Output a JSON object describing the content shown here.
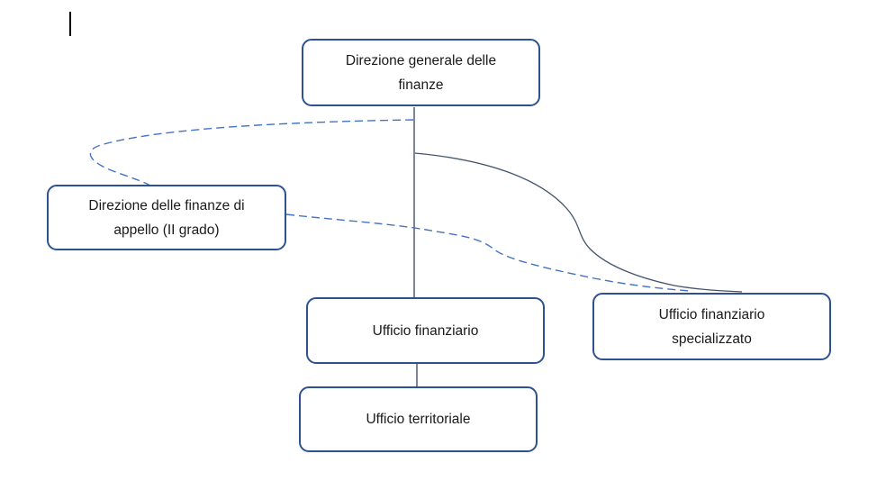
{
  "diagram": {
    "nodes": {
      "direzione_generale": {
        "line1": "Direzione generale delle",
        "line2": "finanze"
      },
      "direzione_appello": {
        "line1": "Direzione delle finanze di",
        "line2": "appello (II grado)"
      },
      "ufficio_finanziario": {
        "line1": "Ufficio finanziario",
        "line2": ""
      },
      "ufficio_specializzato": {
        "line1": "Ufficio finanziario",
        "line2": "specializzato"
      },
      "ufficio_territoriale": {
        "line1": "Ufficio territoriale",
        "line2": ""
      }
    },
    "colors": {
      "box_border": "#2E5291",
      "box_fill": "#FFFFFF",
      "text": "#1A1A1A",
      "solid_connector": "#44546A",
      "dashed_connector": "#4472C4",
      "caret": "#000000"
    }
  }
}
